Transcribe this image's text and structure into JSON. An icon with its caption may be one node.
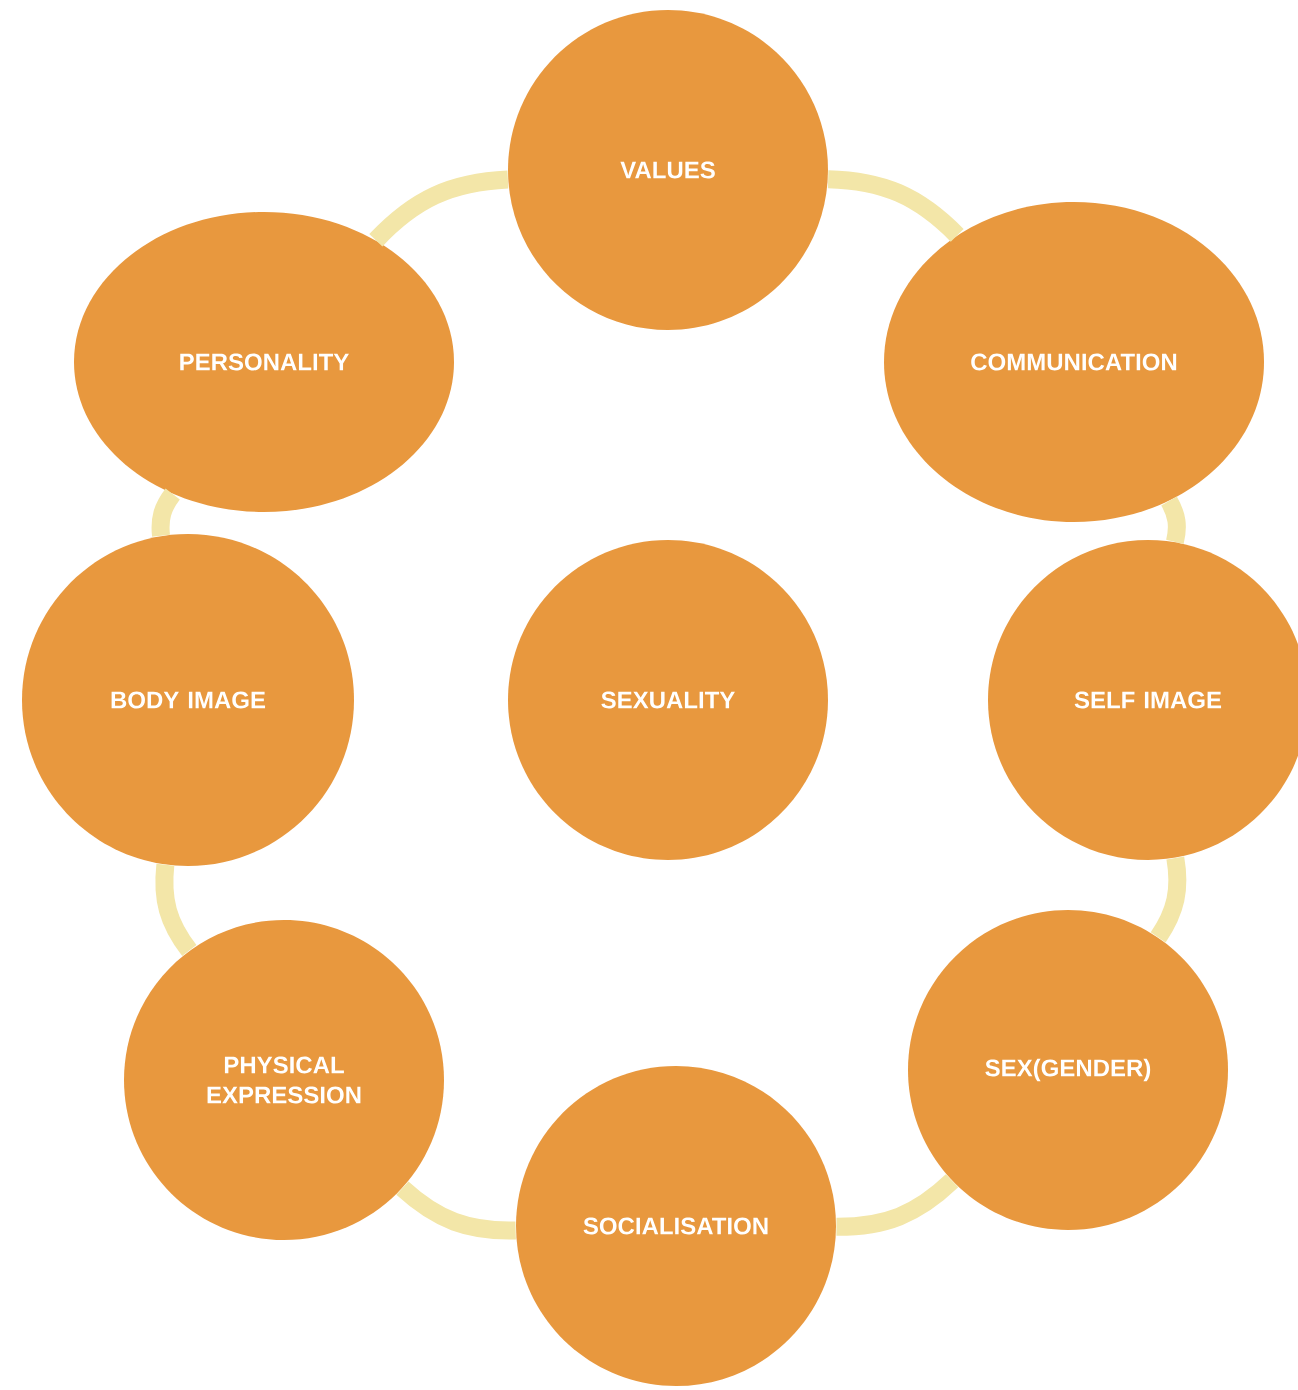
{
  "diagram": {
    "nodes": [
      {
        "text": [
          "VALUES"
        ]
      },
      {
        "text": [
          "PERSONALITY"
        ]
      },
      {
        "text": [
          "COMMUNICATION"
        ]
      },
      {
        "text": [
          "BODY IMAGE"
        ]
      },
      {
        "text": [
          "SEXUALITY"
        ]
      },
      {
        "text": [
          "SELF IMAGE"
        ]
      },
      {
        "text": [
          "PHYSICAL EXPRESSION"
        ]
      },
      {
        "text": [
          "SEX(GENDER)"
        ]
      },
      {
        "text": [
          "SOCIALISATION"
        ]
      }
    ],
    "edges": [
      {
        "from": 0,
        "to": 2,
        "arrow": "none"
      },
      {
        "from": 2,
        "to": 5,
        "arrow": "none"
      },
      {
        "from": 5,
        "to": 7,
        "arrow": "none"
      },
      {
        "from": 7,
        "to": 8,
        "arrow": "none"
      },
      {
        "from": 8,
        "to": 6,
        "arrow": "none"
      },
      {
        "from": 6,
        "to": 3,
        "arrow": "none"
      },
      {
        "from": 3,
        "to": 1,
        "arrow": "none"
      },
      {
        "from": 1,
        "to": 0,
        "arrow": "none"
      }
    ]
  }
}
